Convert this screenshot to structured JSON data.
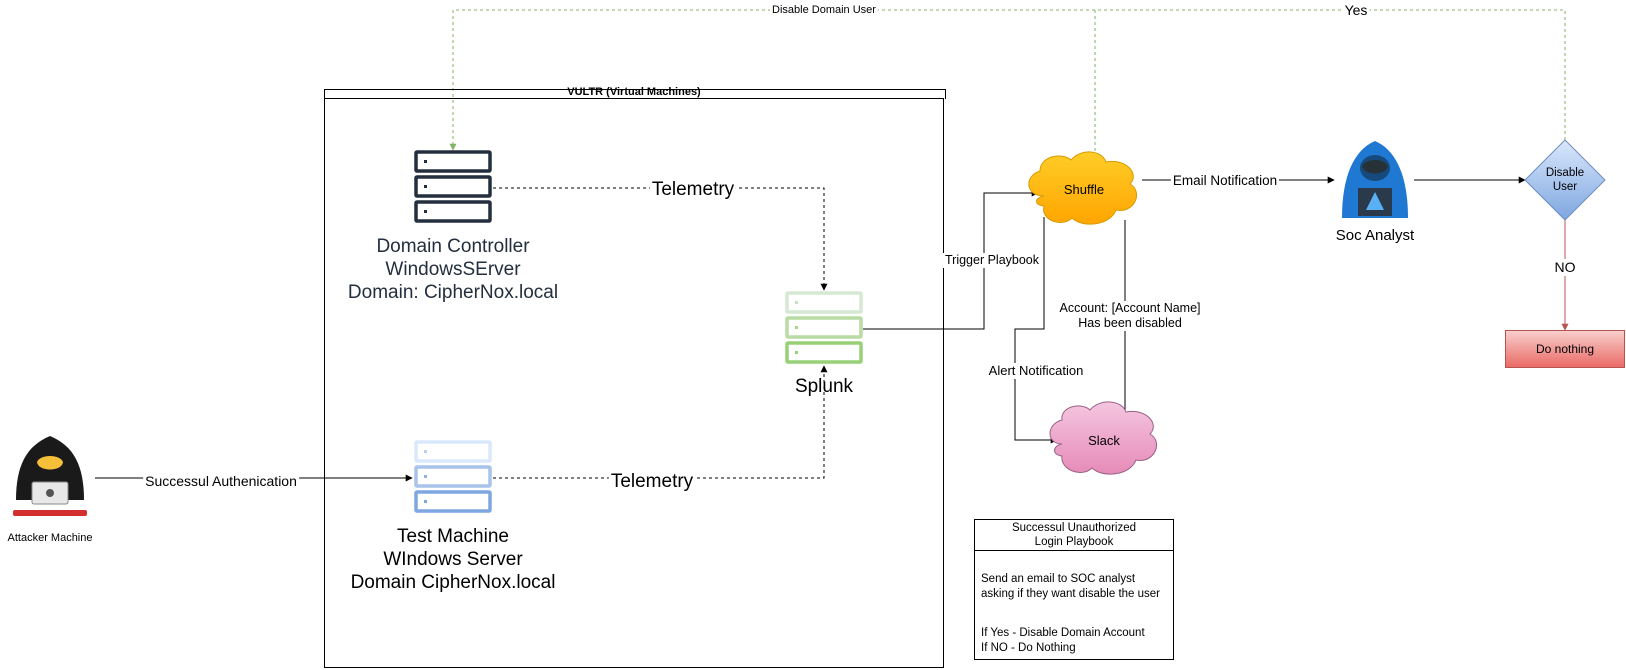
{
  "container": {
    "title": "VULTR (Virtual Machines)"
  },
  "nodes": {
    "domain_controller": [
      "Domain Controller",
      "WindowsSErver",
      "Domain: CipherNox.local"
    ],
    "test_machine": [
      "Test Machine",
      "WIndows Server",
      "Domain CipherNox.local"
    ],
    "splunk": "Splunk",
    "attacker": "Attacker Machine",
    "shuffle": "Shuffle",
    "slack": "Slack",
    "soc_analyst": "Soc Analyst",
    "decision": [
      "Disable",
      "User"
    ],
    "do_nothing": "Do nothing"
  },
  "edges": {
    "successful_auth": "Successul Authenication",
    "telemetry_dc": "Telemetry",
    "telemetry_test": "Telemetry",
    "trigger_playbook": "Trigger Playbook",
    "email_notification": "Email Notification",
    "alert_notification": "Alert Notification",
    "account_disabled": [
      "Account: [Account Name]",
      "Has been disabled"
    ],
    "disable_domain_user": "Disable Domain User",
    "yes": "Yes",
    "no": "NO"
  },
  "note": {
    "title": [
      "Successul Unauthorized",
      "Login Playbook"
    ],
    "lines": [
      "Send an email to SOC analyst",
      "asking if they want disable the user",
      "If Yes - Disable Domain Account",
      "If NO - Do Nothing"
    ]
  },
  "colors": {
    "dc_server": "#232f3e",
    "test_server": "#7ea6e0",
    "splunk_server": "#97d077",
    "shuffle_fill": "#ffb31a",
    "slack_fill": "#e68bb9",
    "decision_fill": "#7ea6e0",
    "do_nothing_fill": "#f19c99",
    "green_edge": "#82b366",
    "red_edge": "#b85450",
    "soc_analyst_blue": "#1f78d1"
  }
}
